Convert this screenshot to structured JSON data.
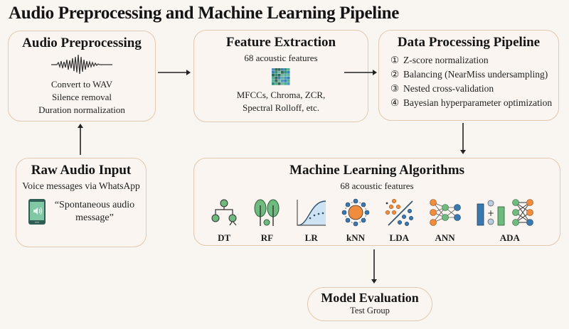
{
  "title": "Audio Preprocessing and Machine Learning Pipeline",
  "audio_preprocessing": {
    "title": "Audio Preprocessing",
    "icon": "waveform-icon",
    "steps": [
      "Convert to WAV",
      "Silence removal",
      "Duration normalization"
    ]
  },
  "feature_extraction": {
    "title": "Feature Extraction",
    "subtitle": "68 acoustic features",
    "icon": "feature-matrix-icon",
    "lines": [
      "MFCCs, Chroma, ZCR,",
      "Spectral Rolloff, etc."
    ]
  },
  "data_processing": {
    "title": "Data Processing Pipeline",
    "steps": [
      {
        "num": "①",
        "text": "Z-score normalization"
      },
      {
        "num": "②",
        "text": "Balancing (NearMiss undersampling)"
      },
      {
        "num": "③",
        "text": "Nested cross-validation"
      },
      {
        "num": "④",
        "text": "Bayesian hyperparameter optimization"
      }
    ]
  },
  "raw_audio": {
    "title": "Raw Audio Input",
    "subtitle": "Voice messages via WhatsApp",
    "icon": "smartphone-audio-icon",
    "quote_line1": "“Spontaneous audio",
    "quote_line2": "message”"
  },
  "ml_algorithms": {
    "title": "Machine Learning Algorithms",
    "subtitle": "68 acoustic features",
    "algorithms": [
      {
        "label": "DT",
        "icon": "decision-tree-icon"
      },
      {
        "label": "RF",
        "icon": "random-forest-icon"
      },
      {
        "label": "LR",
        "icon": "logistic-curve-icon"
      },
      {
        "label": "kNN",
        "icon": "knn-cluster-icon"
      },
      {
        "label": "LDA",
        "icon": "lda-separator-icon"
      },
      {
        "label": "ANN",
        "icon": "neural-network-icon"
      },
      {
        "label": "ADA",
        "icon": "adaboost-ensemble-icon"
      }
    ]
  },
  "model_evaluation": {
    "title": "Model Evaluation",
    "subtitle": "Test Group"
  },
  "colors": {
    "box_border": "#e2c9b0",
    "box_fill": "#faf5f0",
    "green": "#6fba7e",
    "orange": "#ef8c3e",
    "blue": "#3a78b0",
    "teal": "#2f6b5d"
  }
}
